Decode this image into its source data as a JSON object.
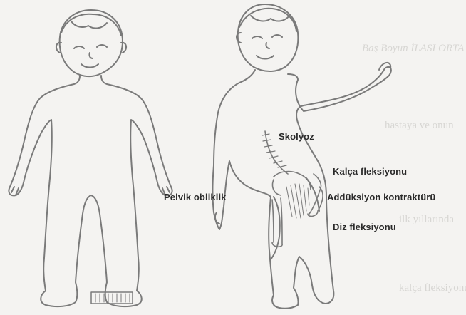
{
  "figure": {
    "labels": {
      "skolyoz": "Skolyoz",
      "kalca": "Kalça fleksiyonu",
      "adduksiyon": "Addüksiyon kontraktürü",
      "pelvik": "Pelvik obliklik",
      "diz": "Diz fleksiyonu"
    },
    "bleed_through": {
      "heading": "Baş Boyun İLASI ORTA",
      "line1": "hastaya ve onun",
      "line2": "ilk yıllarında",
      "line3": "kalça fleksiyonu"
    },
    "colors": {
      "line": "#7a7a7a",
      "paper": "#f4f3f1",
      "text": "#2a2a2a"
    }
  }
}
